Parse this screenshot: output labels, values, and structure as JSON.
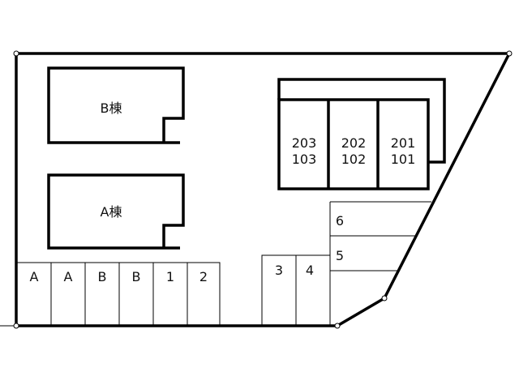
{
  "site_plan": {
    "buildings": [
      {
        "id": "b",
        "label": "B棟"
      },
      {
        "id": "a",
        "label": "A棟"
      }
    ],
    "apartment_units": [
      {
        "upper": "203",
        "lower": "103"
      },
      {
        "upper": "202",
        "lower": "102"
      },
      {
        "upper": "201",
        "lower": "101"
      }
    ],
    "parking_bottom_row": [
      "A",
      "A",
      "B",
      "B",
      "1",
      "2"
    ],
    "parking_middle": [
      "3",
      "4"
    ],
    "parking_right": [
      "6",
      "5"
    ],
    "colors": {
      "line": "#000000",
      "background": "#ffffff"
    }
  }
}
